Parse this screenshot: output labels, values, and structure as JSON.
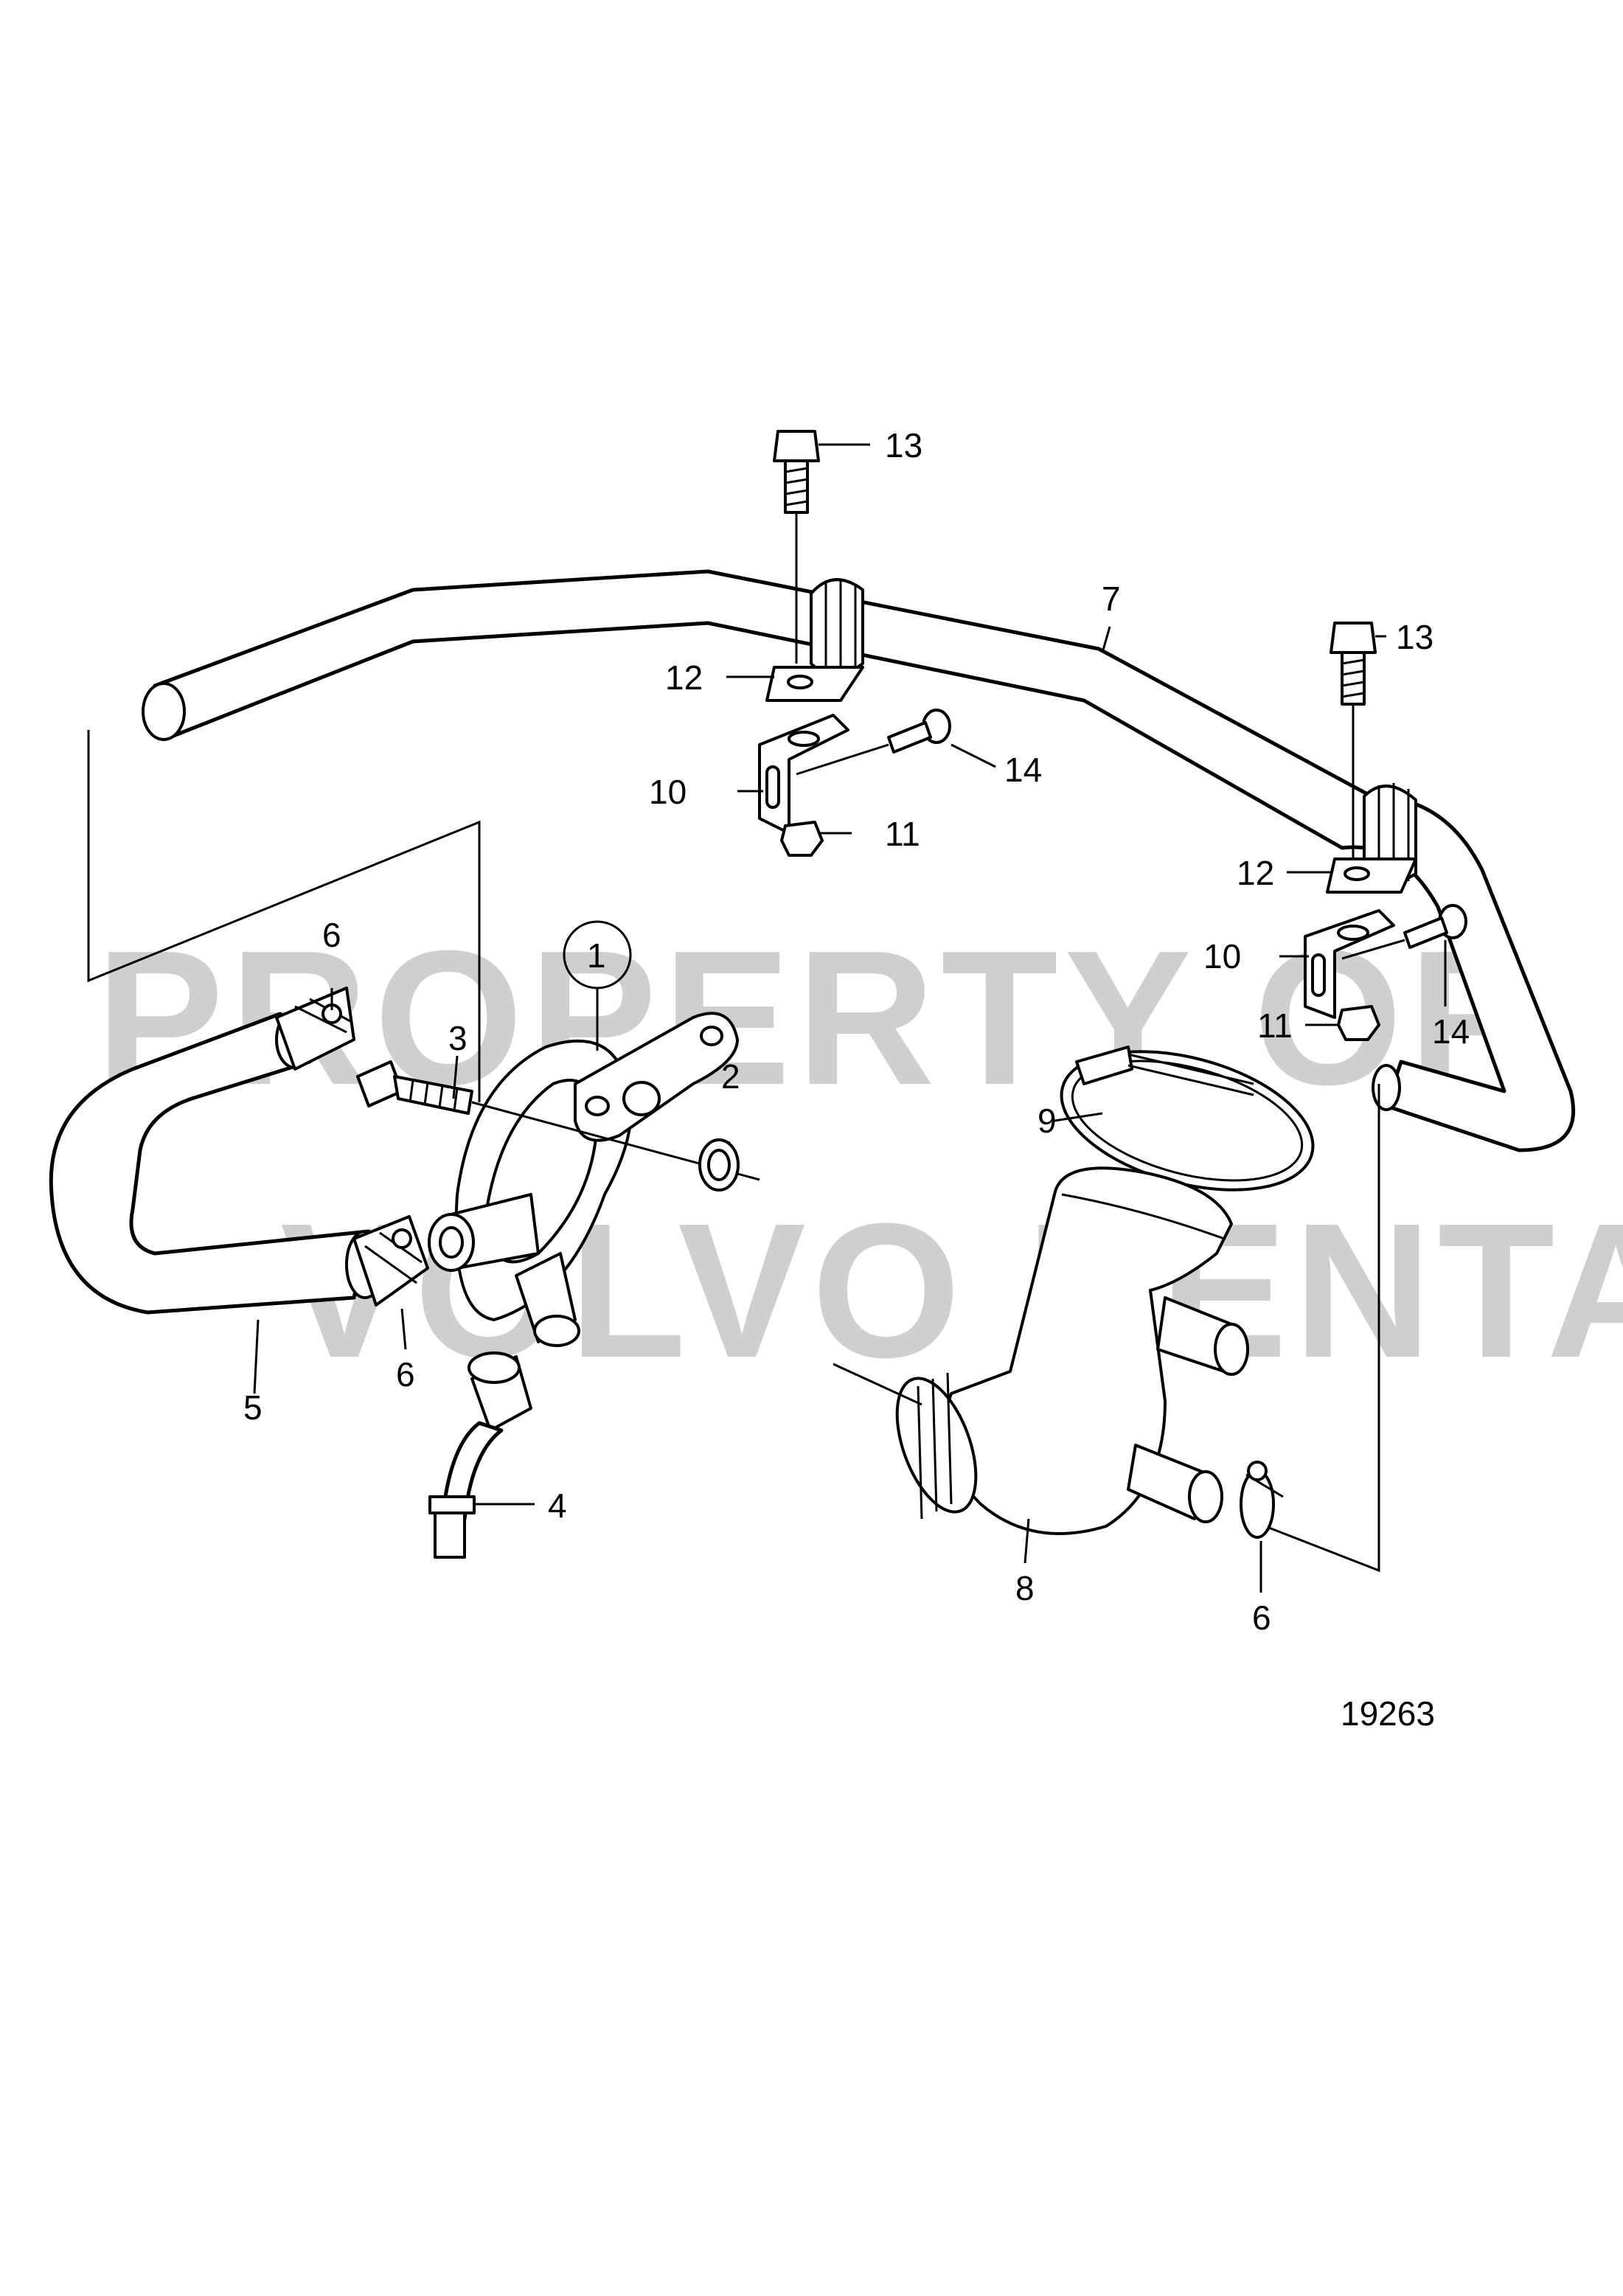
{
  "watermark": {
    "line1": "PROPERTY OF",
    "line2": "VOLVO PENTA"
  },
  "figure_number": "19263",
  "callouts": {
    "c1": "1",
    "c2": "2",
    "c3": "3",
    "c4": "4",
    "c5": "5",
    "c6a": "6",
    "c6b": "6",
    "c6c": "6",
    "c7": "7",
    "c8": "8",
    "c9": "9",
    "c10a": "10",
    "c10b": "10",
    "c11a": "11",
    "c11b": "11",
    "c12a": "12",
    "c12b": "12",
    "c13a": "13",
    "c13b": "13",
    "c14a": "14",
    "c14b": "14"
  }
}
